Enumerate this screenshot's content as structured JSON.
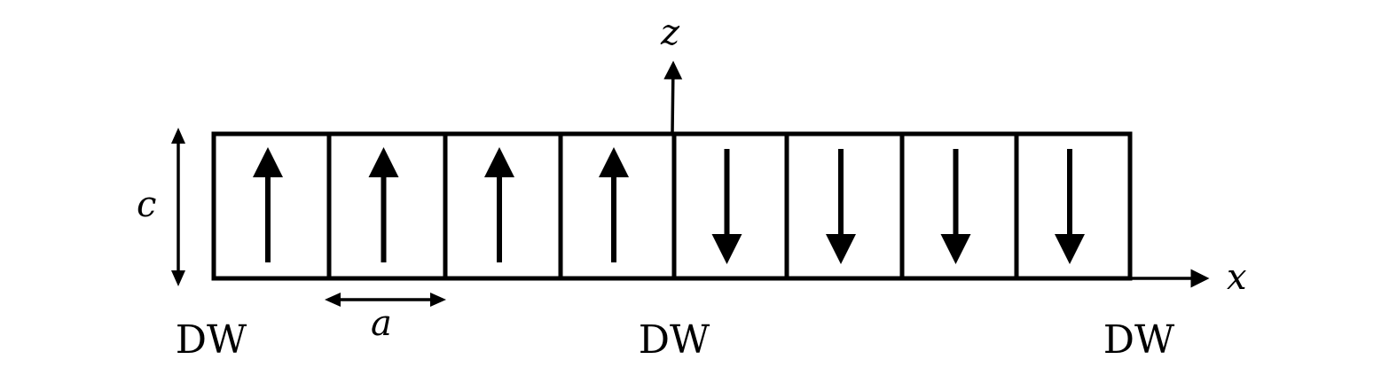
{
  "title": "Domain wall spin chain diagram",
  "labels": {
    "z_axis": "z",
    "x_axis": "x",
    "c_dimension": "c",
    "a_dimension": "a",
    "domain_walls": [
      "DW",
      "DW",
      "DW"
    ]
  },
  "cells": [
    {
      "spin": "up"
    },
    {
      "spin": "up"
    },
    {
      "spin": "up"
    },
    {
      "spin": "up"
    },
    {
      "spin": "down"
    },
    {
      "spin": "down"
    },
    {
      "spin": "down"
    },
    {
      "spin": "down"
    }
  ],
  "colors": {
    "stroke": "#000000",
    "background": "#ffffff"
  }
}
